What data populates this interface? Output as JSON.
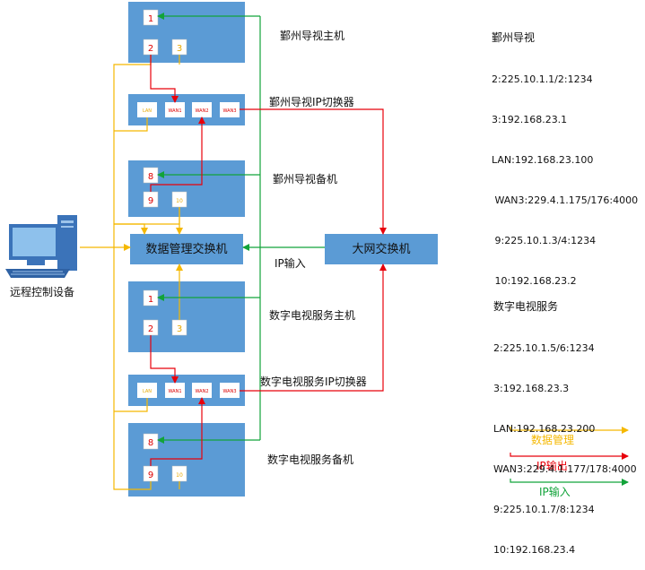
{
  "boxes": {
    "main_host": {
      "label": "鄞州导视主机",
      "ports": [
        "1",
        "2",
        "3"
      ]
    },
    "ip_switch": {
      "label": "鄞州导视IP切换器",
      "ports": [
        "LAN",
        "WAN1",
        "WAN2",
        "WAN3"
      ]
    },
    "backup_host": {
      "label": "鄞州导视备机",
      "ports": [
        "8",
        "9",
        "10"
      ]
    },
    "data_switch": {
      "label": "数据管理交换机"
    },
    "wan_switch": {
      "label": "大网交换机"
    },
    "ip_input_label": "IP输入",
    "remote_pc": {
      "label": "远程控制设备"
    },
    "dtv_main_host": {
      "label": "数字电视服务主机",
      "ports": [
        "1",
        "2",
        "3"
      ]
    },
    "dtv_ip_switch": {
      "label": "数字电视服务IP切换器",
      "ports": [
        "LAN",
        "WAN1",
        "WAN2",
        "WAN3"
      ]
    },
    "dtv_backup_host": {
      "label": "数字电视服务备机",
      "ports": [
        "8",
        "9",
        "10"
      ]
    }
  },
  "info_blocks": {
    "yinzhou": {
      "title": "鄞州导视",
      "lines": [
        "2:225.10.1.1/2:1234",
        "3:192.168.23.1",
        "LAN:192.168.23.100",
        " WAN3:229.4.1.175/176:4000",
        " 9:225.10.1.3/4:1234",
        " 10:192.168.23.2"
      ]
    },
    "dtv": {
      "title": "数字电视服务",
      "lines": [
        "2:225.10.1.5/6:1234",
        "3:192.168.23.3",
        "LAN:192.168.23.200",
        "WAN3:229.4.1.177/178:4000",
        "9:225.10.1.7/8:1234",
        "10:192.168.23.4"
      ]
    }
  },
  "legend": [
    {
      "label": "数据管理",
      "color": "#f5b800"
    },
    {
      "label": "IP输出",
      "color": "#e8000b"
    },
    {
      "label": "IP输入",
      "color": "#12a33a"
    }
  ],
  "colors": {
    "box_fill": "#5b9bd5",
    "data_mgmt": "#f5b800",
    "ip_out": "#e8000b",
    "ip_in": "#12a33a"
  }
}
